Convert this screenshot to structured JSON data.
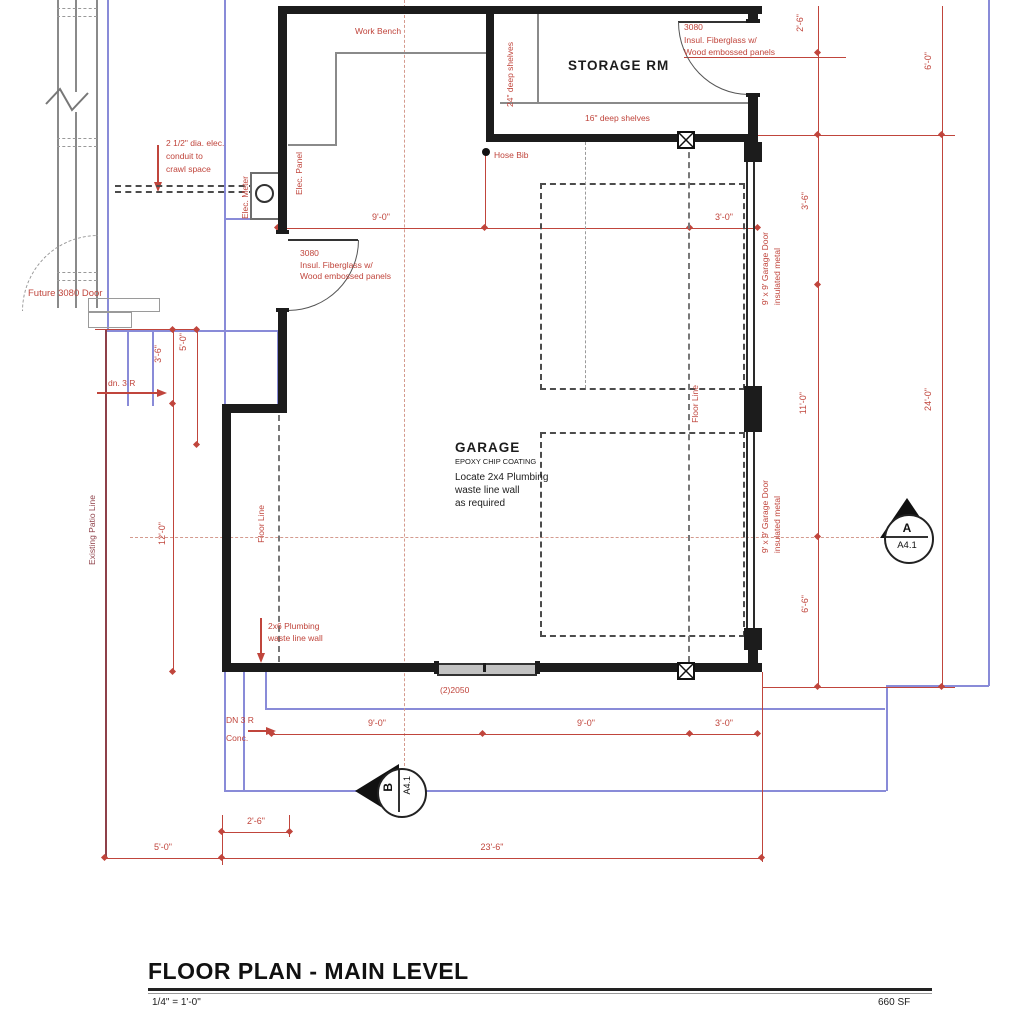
{
  "title_block": {
    "title": "FLOOR PLAN - MAIN LEVEL",
    "scale": "1/4\" = 1'-0\"",
    "area": "660 SF"
  },
  "rooms": {
    "garage": {
      "name": "GARAGE",
      "finish": "EPOXY CHIP COATING",
      "note_l1": "Locate 2x4 Plumbing",
      "note_l2": "waste line wall",
      "note_l3": "as required"
    },
    "storage": {
      "name": "STORAGE RM",
      "shelves_left": "24\" deep shelves",
      "shelves_bottom": "16\" deep shelves"
    }
  },
  "annotations": {
    "work_bench": "Work Bench",
    "hose_bib": "Hose Bib",
    "elec_meter": "Elec. Meter",
    "elec_panel": "Elec. Panel",
    "conduit_l1": "2 1/2\" dia. elec.",
    "conduit_l2": "conduit to",
    "conduit_l3": "crawl space",
    "future_door": "Future 3080 Door",
    "entry_door_l1": "3080",
    "entry_door_l2": "Insul. Fiberglass w/",
    "entry_door_l3": "Wood embossed panels",
    "storage_door_l1": "3080",
    "storage_door_l2": "Insul. Fiberglass w/",
    "storage_door_l3": "Wood embossed panels",
    "garage_door_upper_l1": "9' x 9' Garage Door",
    "garage_door_upper_l2": "insulated metal",
    "garage_door_lower_l1": "9' x 9' Garage Door",
    "garage_door_lower_l2": "insulated metal",
    "plumbing_l1": "2x6 Plumbing",
    "plumbing_l2": "waste line wall",
    "floor_line_left": "Floor Line",
    "floor_line_right": "Floor Line",
    "patio_line": "Existing Patio Line",
    "dn_upper": "dn. 3 R",
    "dn_lower": "DN 3 R",
    "conc": "Conc.",
    "window": "(2)2050"
  },
  "dimensions": {
    "top_9": "9'-0\"",
    "top_3": "3'-0\"",
    "right_2_6": "2'-6\"",
    "right_6_0": "6'-0\"",
    "right_3_6": "3'-6\"",
    "right_11": "11'-0\"",
    "right_24": "24'-0\"",
    "right_6_6": "6'-6\"",
    "left_3_6": "3'-6\"",
    "left_5": "5'-0\"",
    "left_12": "12'-0\"",
    "bot_9a": "9'-0\"",
    "bot_9b": "9'-0\"",
    "bot_3": "3'-0\"",
    "bot_2_6": "2'-6\"",
    "bot_5": "5'-0\"",
    "bot_23_6": "23'-6\""
  },
  "markers": {
    "a_letter": "A",
    "a_sheet": "A4.1",
    "b_letter": "B",
    "b_sheet": "A4.1"
  },
  "colors": {
    "wall": "#1c1c1c",
    "dim_red": "#c0453c",
    "centerline": "#d49a8e",
    "layout_blue": "#898bd8",
    "patio_maroon": "#8e4049",
    "existing_gray": "#8a8a8a"
  }
}
